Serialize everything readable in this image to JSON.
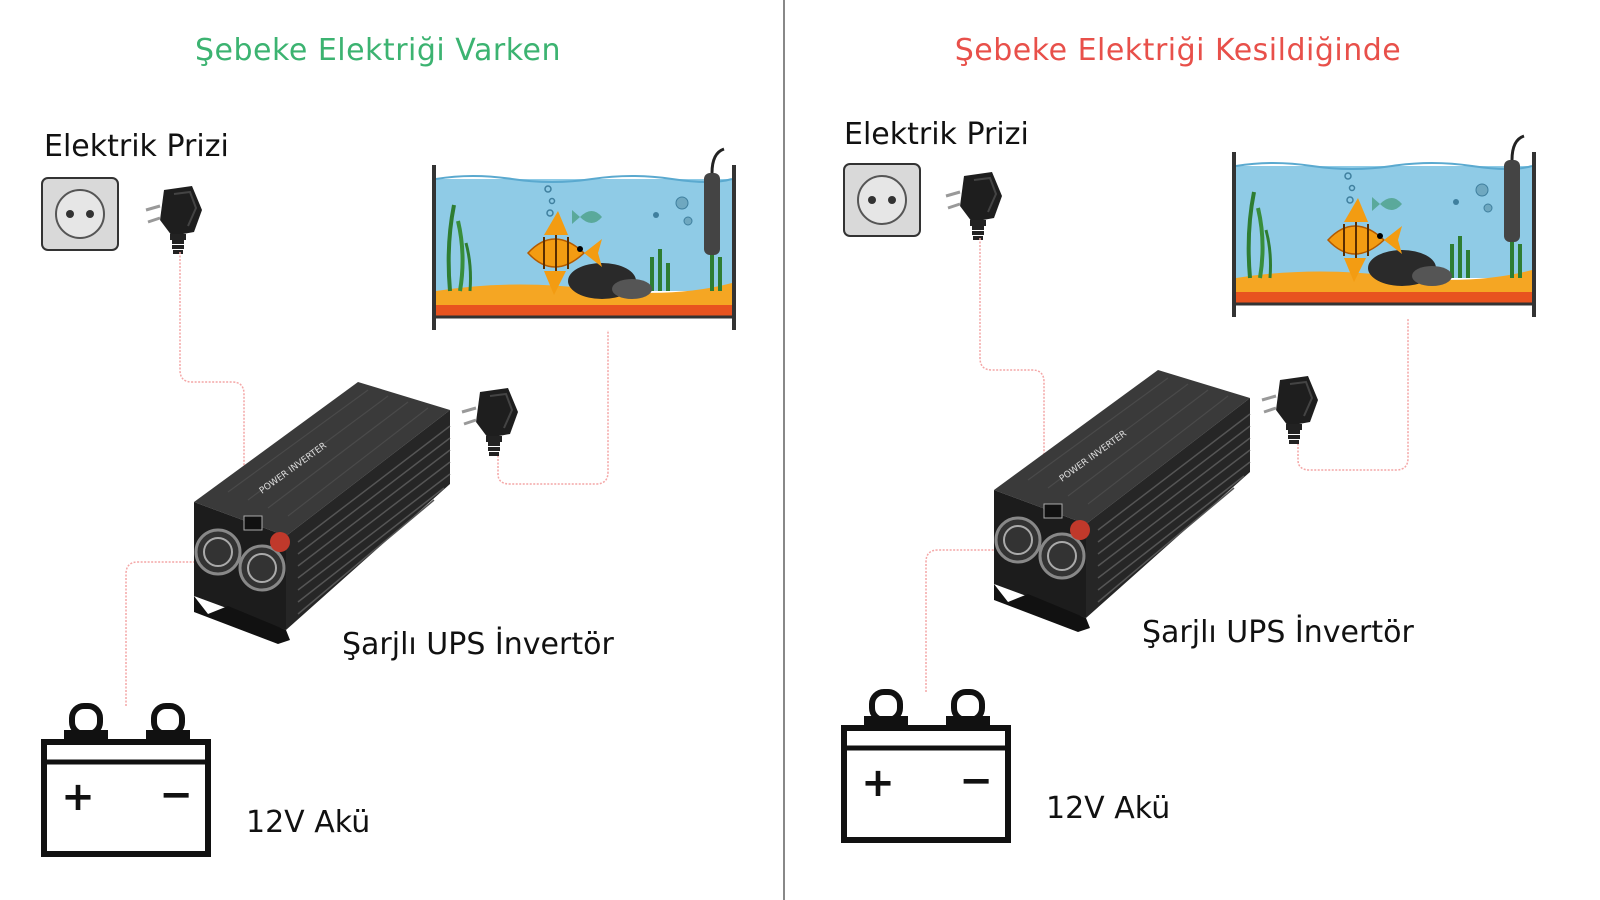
{
  "panels": [
    {
      "title": "Şebeke Elektriği Varken",
      "title_color": "#3cb371",
      "socket_label": "Elektrik Prizi",
      "inverter_label": "Şarjlı UPS İnvertör",
      "battery_label": "12V Akü"
    },
    {
      "title": "Şebeke Elektriği Kesildiğinde",
      "title_color": "#e8504a",
      "socket_label": "Elektrik Prizi",
      "inverter_label": "Şarjlı UPS İnvertör",
      "battery_label": "12V Akü"
    }
  ],
  "inverter_markings": {
    "brand": "POWER INVERTER"
  },
  "colors": {
    "wire": "#f4a6a6",
    "divider": "#888888",
    "inverter_body": "#2b2b2b",
    "water": "#8fcbe6",
    "sand": "#f5a623",
    "fish": "#f39c12"
  },
  "battery_symbols": {
    "plus": "+",
    "minus": "−"
  }
}
